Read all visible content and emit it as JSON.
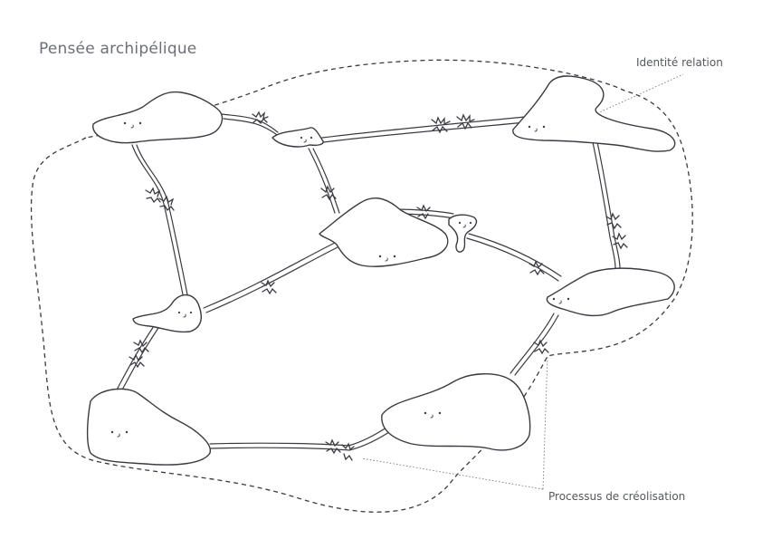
{
  "title": "Pensée archipélique",
  "labels": {
    "identite_relation": "Identité relation",
    "processus_creolisation": "Processus de créolisation"
  },
  "colors": {
    "stroke": "#3a3b42",
    "title": "#6d6f78",
    "label": "#55575f",
    "background": "#ffffff"
  }
}
